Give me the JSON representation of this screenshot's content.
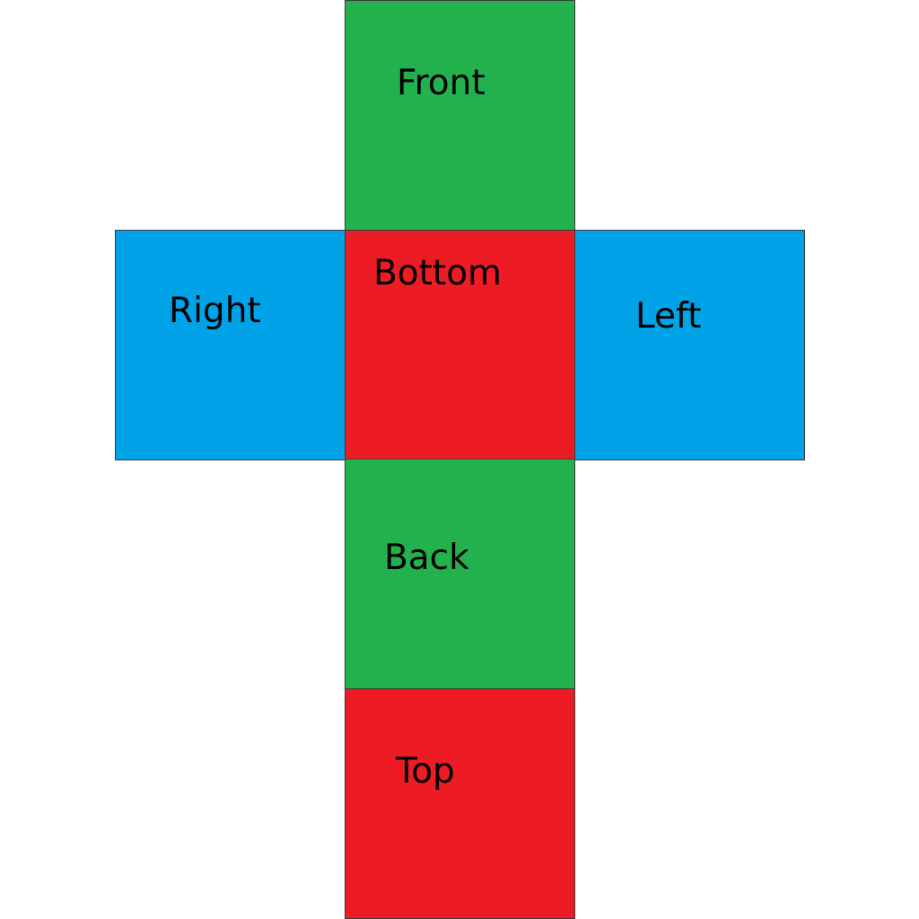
{
  "colors": {
    "green": "#23b14d",
    "blue": "#00a2e8",
    "red": "#ed1c24"
  },
  "faces": {
    "front": {
      "label": "Front",
      "color": "#23b14d"
    },
    "right": {
      "label": "Right",
      "color": "#00a2e8"
    },
    "bottom": {
      "label": "Bottom",
      "color": "#ed1c24"
    },
    "left": {
      "label": "Left",
      "color": "#00a2e8"
    },
    "back": {
      "label": "Back",
      "color": "#23b14d"
    },
    "top": {
      "label": "Top",
      "color": "#ed1c24"
    }
  }
}
